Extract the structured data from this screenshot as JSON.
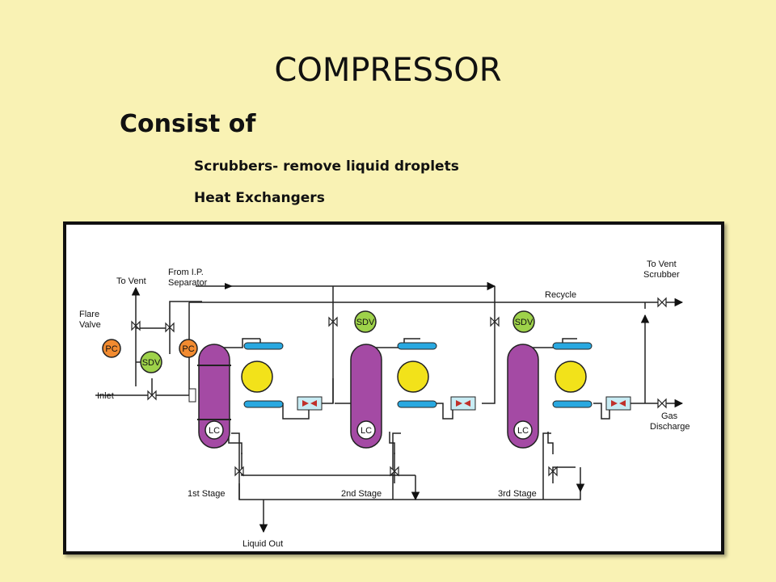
{
  "slide": {
    "title": "COMPRESSOR",
    "subtitle": "Consist of",
    "bullets": [
      "Scrubbers- remove liquid droplets",
      "Heat Exchangers"
    ]
  },
  "diagram": {
    "labels": {
      "to_vent": "To Vent",
      "from_ip_separator": "From I.P.\nSeparator",
      "to_vent_scrubber": "To Vent\nScrubber",
      "recycle": "Recycle",
      "flare_valve": "Flare\nValve",
      "inlet": "Inlet",
      "gas_discharge": "Gas\nDischarge",
      "liquid_out": "Liquid Out",
      "stage_1": "1st Stage",
      "stage_2": "2nd Stage",
      "stage_3": "3rd Stage",
      "pc": "PC",
      "sdv": "SDV",
      "lc": "LC"
    },
    "colors": {
      "scrubber": "#a44aa4",
      "compressor": "#f2e21a",
      "cooler_bar": "#29a8e0",
      "pc": "#f28b30",
      "sdv": "#9ed24a",
      "exchanger": "#c8ecf4",
      "exchanger_mark": "#c0302a"
    }
  }
}
